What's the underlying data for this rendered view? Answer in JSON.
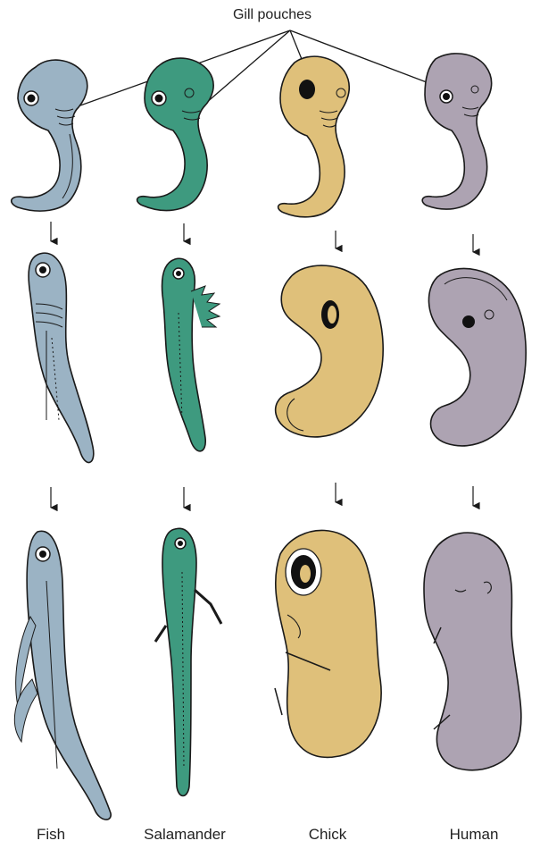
{
  "label": "Gill pouches",
  "species": [
    {
      "name": "Fish",
      "color": "#9BB3C4"
    },
    {
      "name": "Salamander",
      "color": "#3E9A7F"
    },
    {
      "name": "Chick",
      "color": "#DFC07A"
    },
    {
      "name": "Human",
      "color": "#ADA3B2"
    }
  ],
  "colors": {
    "outline": "#1a1a1a",
    "eye": "#111111"
  }
}
